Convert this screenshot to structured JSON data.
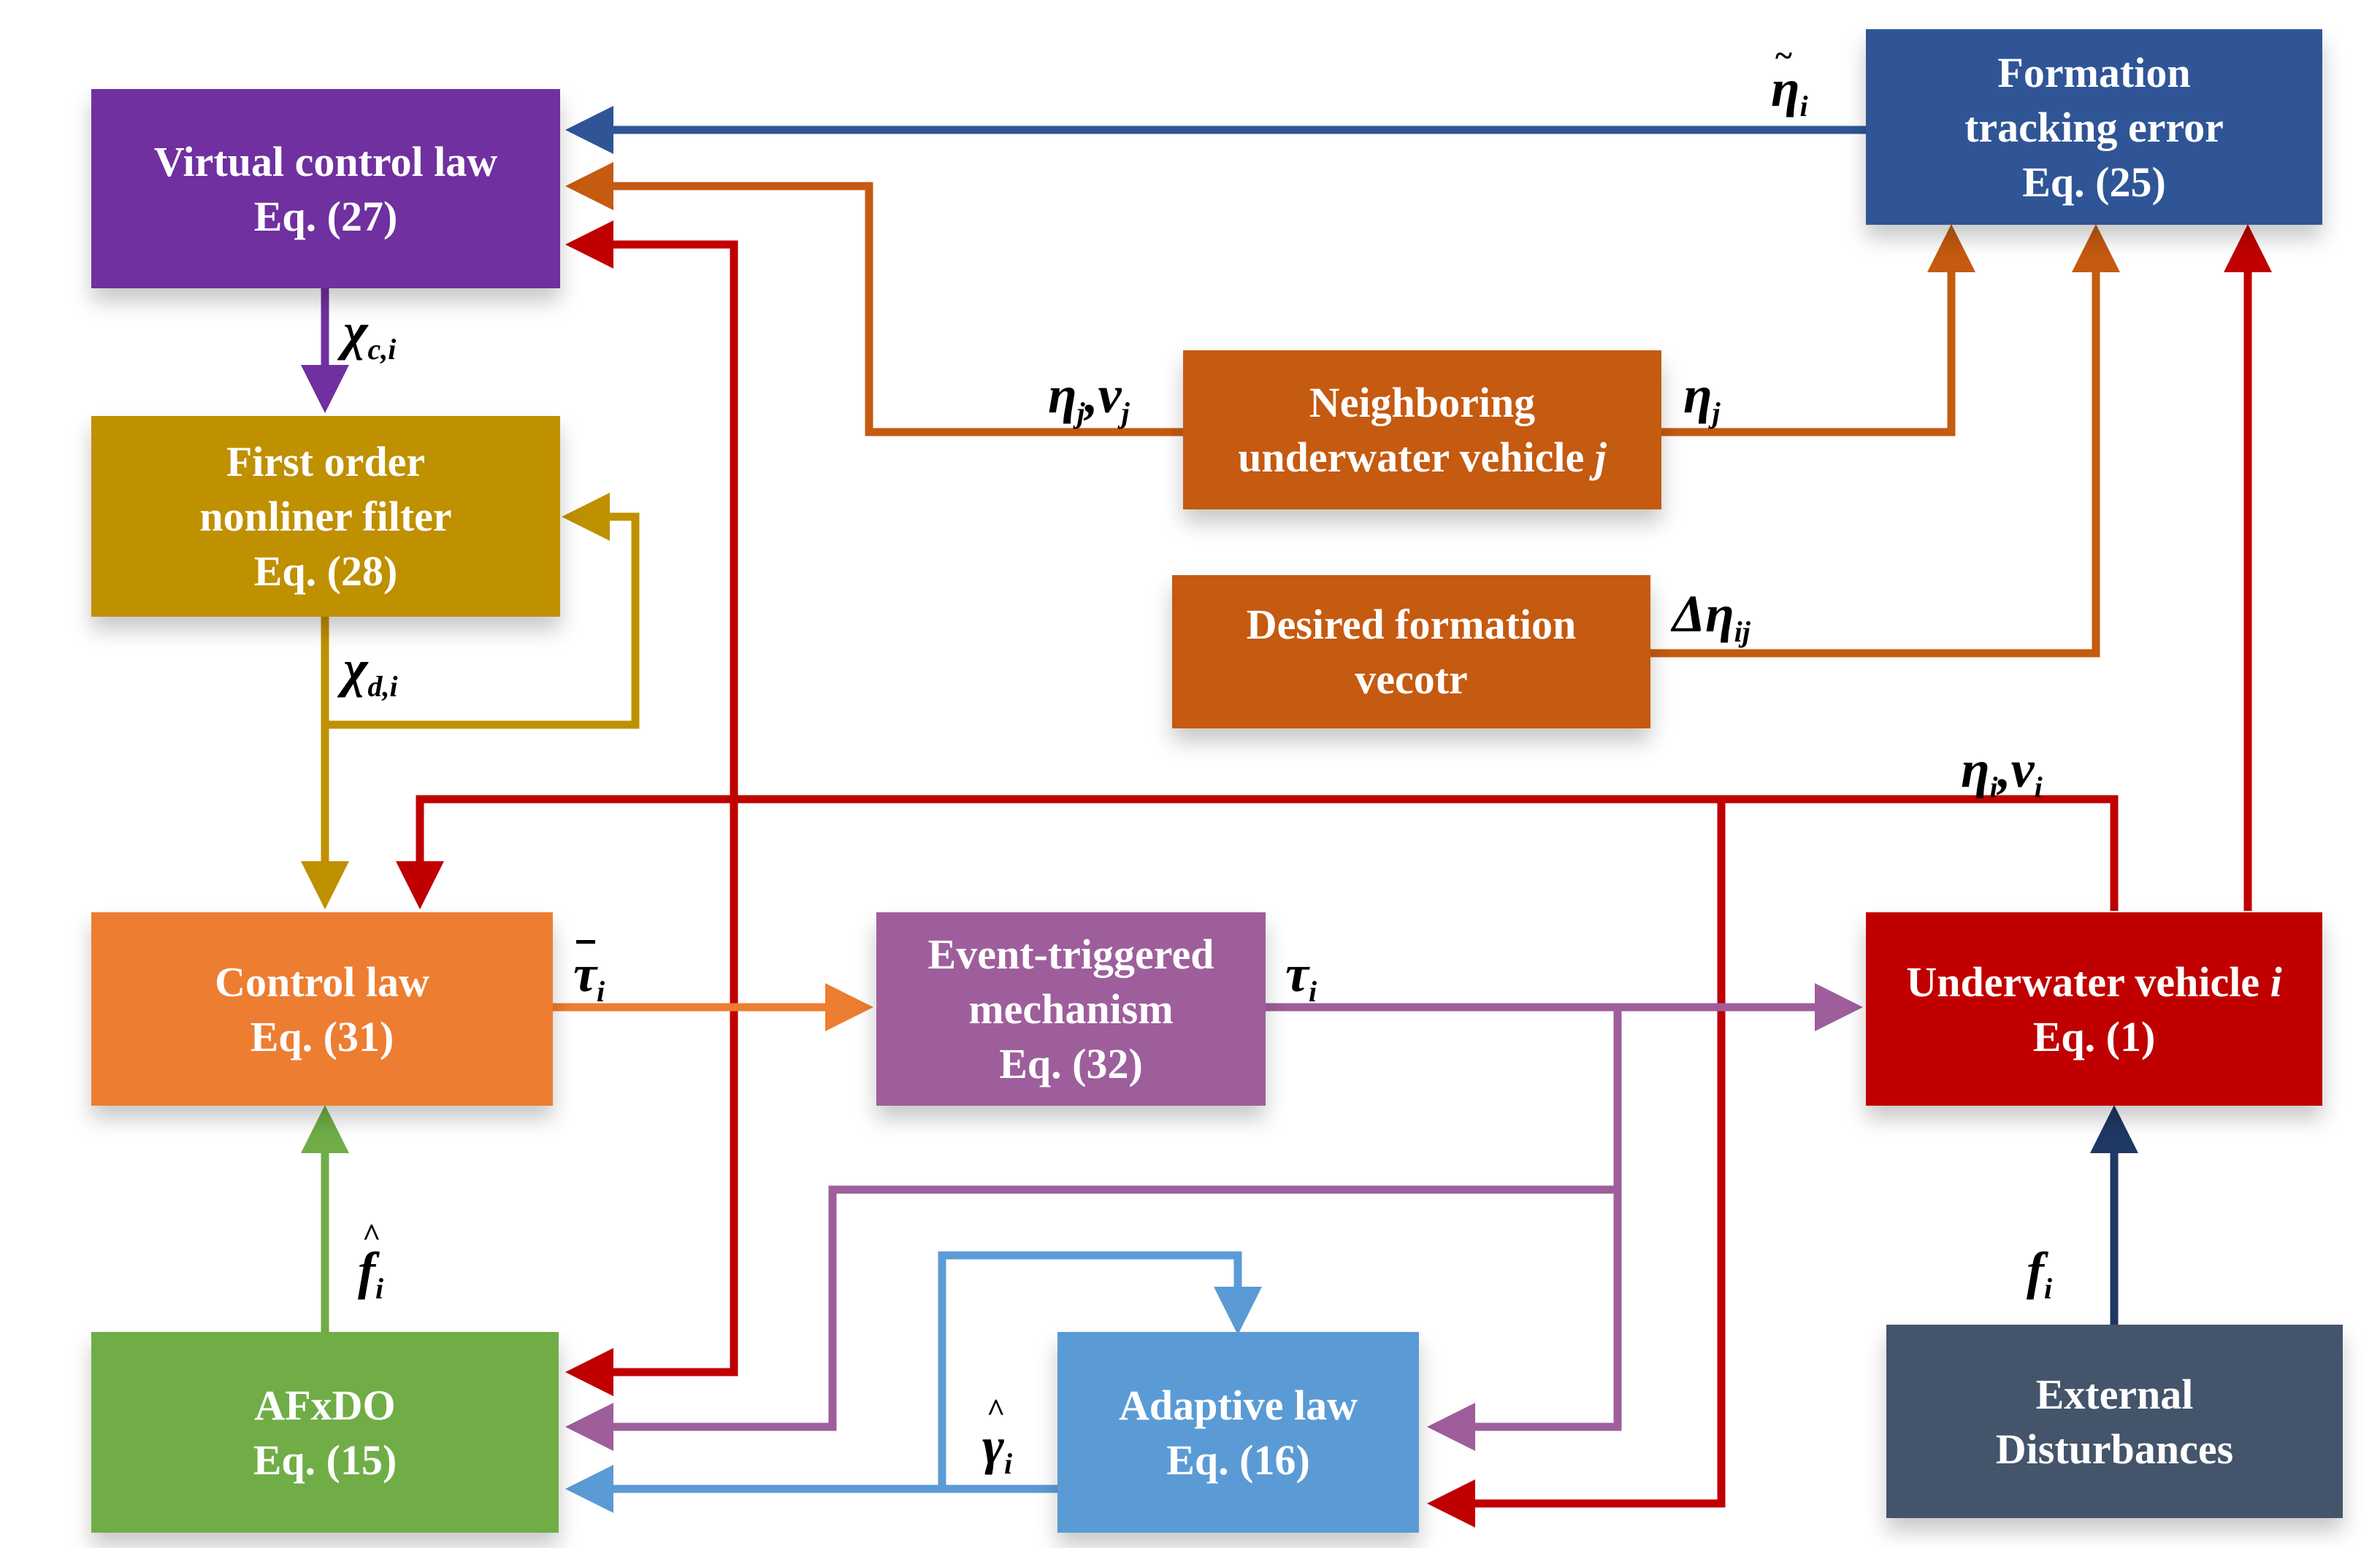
{
  "colors": {
    "purple": "#7030a0",
    "gold": "#bf9000",
    "orange": "#ed7d31",
    "mauve": "#9e5e9b",
    "red": "#c00000",
    "green": "#70ad47",
    "lightblue": "#5b9bd5",
    "slate": "#44546a",
    "burnt": "#c55a11",
    "navy": "#2f5597",
    "darknavy": "#1f3864"
  },
  "blocks": {
    "virtual_control": {
      "line1": "Virtual control law",
      "line2": "Eq. (27)"
    },
    "filter": {
      "line1": "First order",
      "line2": "nonliner filter",
      "line3": "Eq. (28)"
    },
    "control_law": {
      "line1": "Control law",
      "line2": "Eq. (31)"
    },
    "afxdo": {
      "line1": "AFxDO",
      "line2": "Eq. (15)"
    },
    "event": {
      "line1": "Event-triggered",
      "line2": "mechanism",
      "line3": "Eq. (32)"
    },
    "adaptive": {
      "line1": "Adaptive law",
      "line2": "Eq. (16)"
    },
    "neighbor": {
      "line1": "Neighboring",
      "line2": "underwater vehicle",
      "line2_var": "j"
    },
    "desired": {
      "line1": "Desired formation",
      "line2": "vecotr"
    },
    "formation_error": {
      "line1": "Formation",
      "line2": "tracking error",
      "line3": "Eq. (25)"
    },
    "vehicle": {
      "line1": "Underwater vehicle",
      "line1_var": "i",
      "line2": "Eq. (1)"
    },
    "external": {
      "line1": "External",
      "line2": "Disturbances"
    }
  },
  "signals": {
    "eta_tilde": {
      "sym": "η",
      "sub": "i"
    },
    "chi_c": {
      "sym": "χ",
      "sub": "c,i"
    },
    "chi_d": {
      "sym": "χ",
      "sub": "d,i"
    },
    "eta_nu_j": {
      "sym1": "η",
      "sub1": "j",
      "sep": ",",
      "sym2": "ν",
      "sub2": "j"
    },
    "eta_j": {
      "sym": "η",
      "sub": "j"
    },
    "delta_eta": {
      "sym": "Δη",
      "sub": "ij"
    },
    "eta_nu_i": {
      "sym1": "η",
      "sub1": "i",
      "sep": ",",
      "sym2": "ν",
      "sub2": "i"
    },
    "tau_bar": {
      "sym": "τ",
      "sub": "i"
    },
    "tau": {
      "sym": "τ",
      "sub": "i"
    },
    "f_hat": {
      "sym": "f",
      "sub": "i"
    },
    "gamma_hat": {
      "sym": "γ",
      "sub": "i"
    },
    "f": {
      "sym": "f",
      "sub": "i"
    }
  }
}
